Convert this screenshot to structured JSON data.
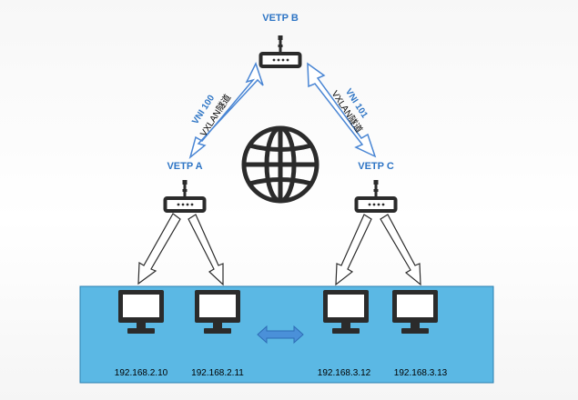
{
  "nodes": {
    "vetp_b": "VETP B",
    "vetp_a": "VETP A",
    "vetp_c": "VETP C"
  },
  "tunnels": {
    "left": {
      "vni": "VNI 100",
      "name": "VXLAN隧道"
    },
    "right": {
      "vni": "VNI 101",
      "name": "VXLAN隧道"
    }
  },
  "hosts": [
    "192.168.2.10",
    "192.168.2.11",
    "192.168.3.12",
    "192.168.3.13"
  ],
  "colors": {
    "accent": "#2e75c5",
    "segment_fill": "#5bb8e4",
    "tunnel_arrow_stroke": "#4a86d4",
    "device": "#2b2b2b"
  },
  "icons": {
    "router": "router-icon",
    "globe": "globe-icon",
    "monitor": "monitor-icon"
  }
}
